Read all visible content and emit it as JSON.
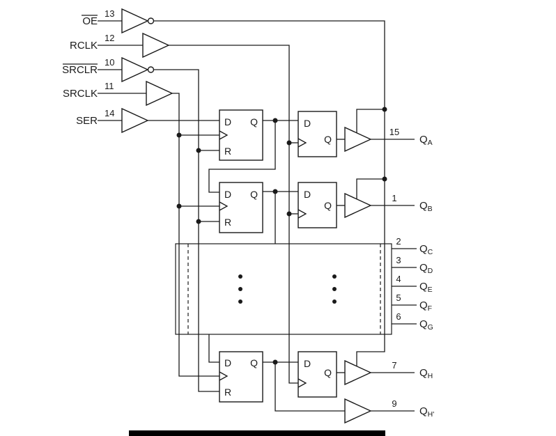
{
  "diagram": {
    "inputs": [
      {
        "name": "OE",
        "pin": "13"
      },
      {
        "name": "RCLK",
        "pin": "12"
      },
      {
        "name": "SRCLR",
        "pin": "10"
      },
      {
        "name": "SRCLK",
        "pin": "11"
      },
      {
        "name": "SER",
        "pin": "14"
      }
    ],
    "outputs": [
      {
        "name": "Q",
        "sub": "A",
        "pin": "15"
      },
      {
        "name": "Q",
        "sub": "B",
        "pin": "1"
      },
      {
        "name": "Q",
        "sub": "C",
        "pin": "2"
      },
      {
        "name": "Q",
        "sub": "D",
        "pin": "3"
      },
      {
        "name": "Q",
        "sub": "E",
        "pin": "4"
      },
      {
        "name": "Q",
        "sub": "F",
        "pin": "5"
      },
      {
        "name": "Q",
        "sub": "G",
        "pin": "6"
      },
      {
        "name": "Q",
        "sub": "H",
        "pin": "7"
      },
      {
        "name": "Q",
        "sub": "H'",
        "pin": "9"
      }
    ],
    "ff": {
      "d": "D",
      "q": "Q",
      "r": "R"
    },
    "line_color": "#1a1a1a"
  }
}
